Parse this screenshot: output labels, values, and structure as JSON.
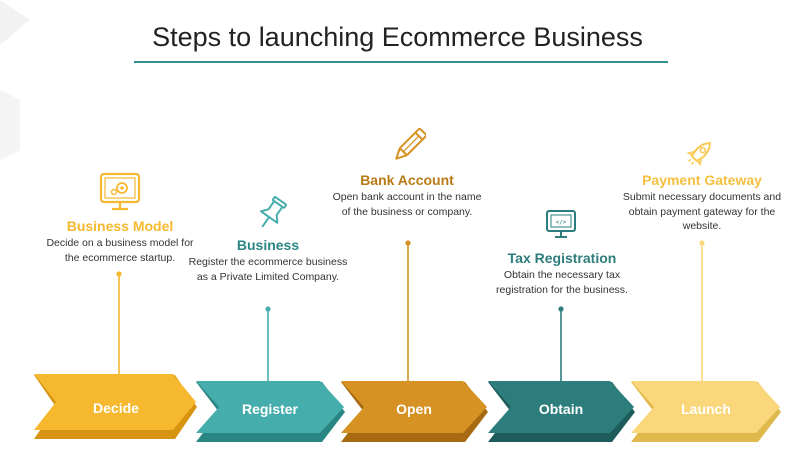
{
  "title": "Steps to launching Ecommerce Business",
  "steps": [
    {
      "label": "Decide",
      "title": "Business Model",
      "description": "Decide on a business model for the ecommerce startup.",
      "icon": "monitor-gear-icon",
      "color": "#f5b82e",
      "dark": "#d69412"
    },
    {
      "label": "Register",
      "title": "Business",
      "description": "Register the ecommerce business as a Private Limited Company.",
      "icon": "pushpin-icon",
      "color": "#45aeac",
      "dark": "#2a8683"
    },
    {
      "label": "Open",
      "title": "Bank Account",
      "description": "Open bank account in the name of the business or company.",
      "icon": "pencil-icon",
      "color": "#d69222",
      "dark": "#a86a10"
    },
    {
      "label": "Obtain",
      "title": "Tax Registration",
      "description": "Obtain the necessary tax registration for the business.",
      "icon": "monitor-code-icon",
      "color": "#2e7d7d",
      "dark": "#1e5c5c"
    },
    {
      "label": "Launch",
      "title": "Payment Gateway",
      "description": "Submit necessary documents and obtain payment gateway for the website.",
      "icon": "rocket-icon",
      "color": "#f9d77a",
      "dark": "#e0b94d"
    }
  ]
}
